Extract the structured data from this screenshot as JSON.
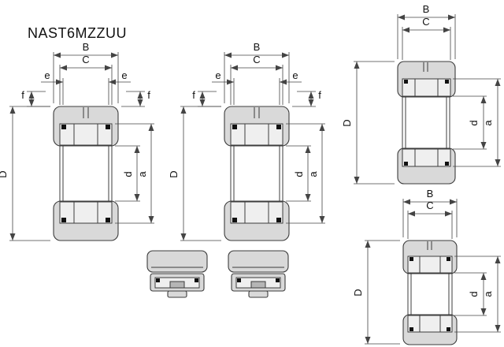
{
  "title": "NAST6MZZUU",
  "labels": {
    "B": "B",
    "C": "C",
    "D": "D",
    "d": "d",
    "a": "a",
    "e": "e",
    "f": "f"
  },
  "colors": {
    "background": "#ffffff",
    "part_fill": "#d9d9d9",
    "part_stroke": "#3c3c3c",
    "dimension_line": "#444444",
    "seal": "#111111"
  }
}
